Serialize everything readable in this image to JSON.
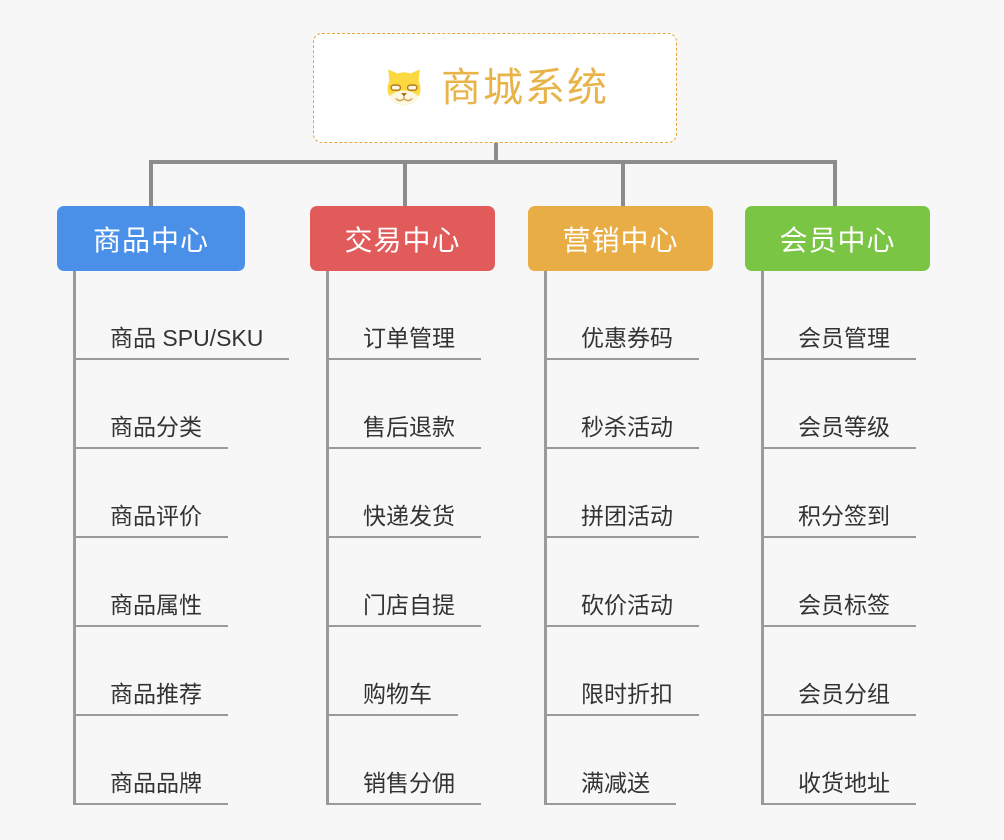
{
  "page": {
    "background_color": "#f7f7f7",
    "type": "mindmap"
  },
  "root": {
    "title": "商城系统",
    "icon": "dog-face-icon",
    "border_color": "#e8a33d",
    "text_color": "#e8b44a",
    "background_color": "#ffffff"
  },
  "branches": [
    {
      "label": "商品中心",
      "color": "#4a90e8",
      "items": [
        "商品 SPU/SKU",
        "商品分类",
        "商品评价",
        "商品属性",
        "商品推荐",
        "商品品牌"
      ]
    },
    {
      "label": "交易中心",
      "color": "#e25b5b",
      "items": [
        "订单管理",
        "售后退款",
        "快递发货",
        "门店自提",
        "购物车",
        "销售分佣"
      ]
    },
    {
      "label": "营销中心",
      "color": "#e9ad45",
      "items": [
        "优惠券码",
        "秒杀活动",
        "拼团活动",
        "砍价活动",
        "限时折扣",
        "满减送"
      ]
    },
    {
      "label": "会员中心",
      "color": "#7ac544",
      "items": [
        "会员管理",
        "会员等级",
        "积分签到",
        "会员标签",
        "会员分组",
        "收货地址"
      ]
    }
  ],
  "connector_color": "#8c8c8c",
  "leaf_line_color": "#9a9a9a",
  "leaf_text_color": "#333333"
}
